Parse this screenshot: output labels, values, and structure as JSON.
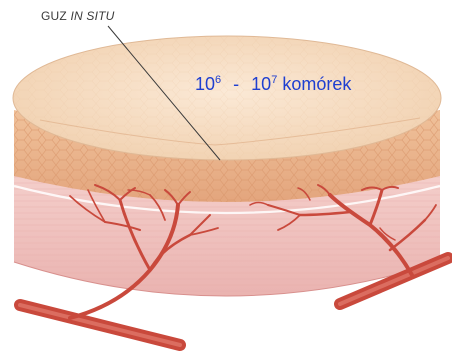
{
  "labels": {
    "guz_main": "GUZ ",
    "guz_italic": "IN SITU",
    "cell_base_1": "10",
    "cell_exp_1": "6",
    "cell_separator": "-",
    "cell_base_2": "10",
    "cell_exp_2": "7",
    "cell_unit": " komórek"
  },
  "colors": {
    "label_blue": "#1f3fd0",
    "tumor_top": "#f3d6b6",
    "tumor_side": "#e9b48c",
    "tissue": "#f2c8c6",
    "vessel": "#c9493c"
  }
}
